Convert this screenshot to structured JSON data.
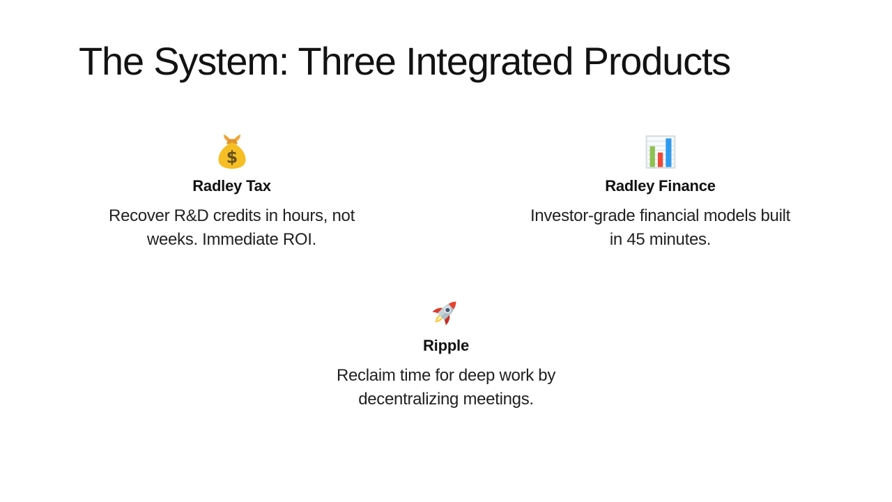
{
  "slide": {
    "title": "The System: Three Integrated Products",
    "products": [
      {
        "icon": "money-bag",
        "name": "Radley Tax",
        "description": "Recover R&D credits in hours, not\nweeks. Immediate ROI."
      },
      {
        "icon": "bar-chart",
        "name": "Radley Finance",
        "description": "Investor-grade financial models built\nin 45 minutes."
      },
      {
        "icon": "rocket",
        "name": "Ripple",
        "description": "Reclaim time for deep work by\ndecentralizing meetings."
      }
    ],
    "colors": {
      "background": "#ffffff",
      "title_text": "#121212",
      "heading_text": "#111111",
      "body_text": "#212121",
      "money_bag_gold": "#f5be25",
      "chart_green": "#8dc153",
      "chart_red": "#ee4938",
      "chart_blue": "#2e9bf0",
      "rocket_red": "#e8402f",
      "flame_yellow": "#ffc533"
    }
  }
}
